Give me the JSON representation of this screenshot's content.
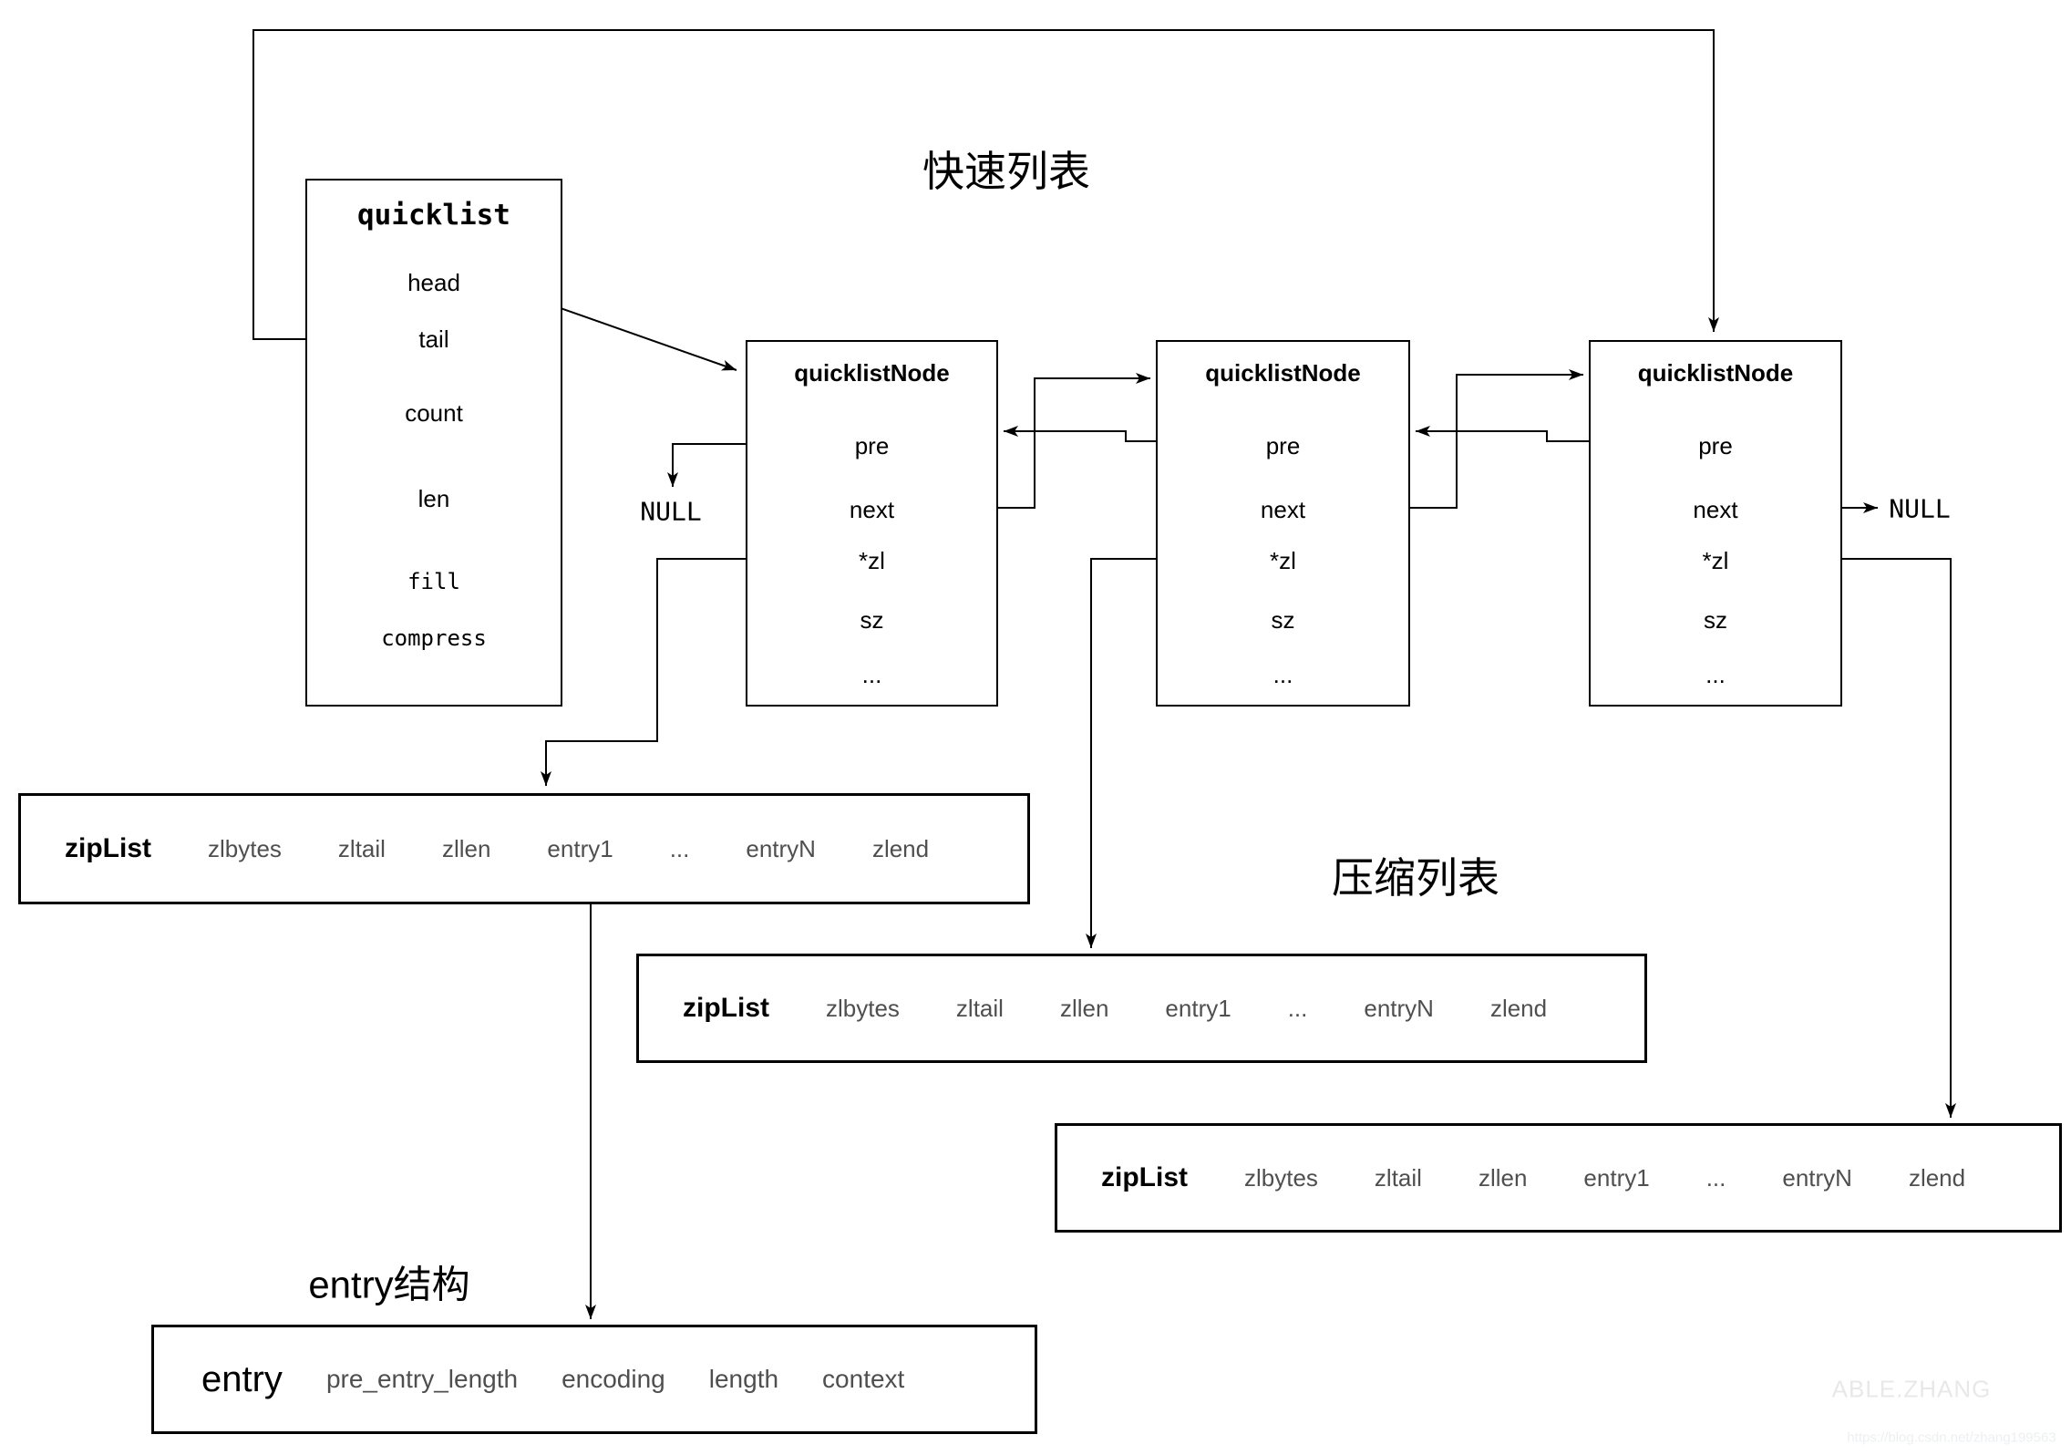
{
  "titles": {
    "quicklist_area": "快速列表",
    "ziplist_area": "压缩列表",
    "entry_area": "entry结构"
  },
  "quicklist": {
    "title": "quicklist",
    "fields": [
      "head",
      "tail",
      "count",
      "len",
      "fill",
      "compress"
    ]
  },
  "nodes": [
    {
      "title": "quicklistNode",
      "fields": [
        "pre",
        "next",
        "*zl",
        "sz",
        "..."
      ]
    },
    {
      "title": "quicklistNode",
      "fields": [
        "pre",
        "next",
        "*zl",
        "sz",
        "..."
      ]
    },
    {
      "title": "quicklistNode",
      "fields": [
        "pre",
        "next",
        "*zl",
        "sz",
        "..."
      ]
    }
  ],
  "null_labels": {
    "left": "NULL",
    "right": "NULL"
  },
  "ziplists": [
    {
      "title": "zipList",
      "fields": [
        "zlbytes",
        "zltail",
        "zllen",
        "entry1",
        "...",
        "entryN",
        "zlend"
      ]
    },
    {
      "title": "zipList",
      "fields": [
        "zlbytes",
        "zltail",
        "zllen",
        "entry1",
        "...",
        "entryN",
        "zlend"
      ]
    },
    {
      "title": "zipList",
      "fields": [
        "zlbytes",
        "zltail",
        "zllen",
        "entry1",
        "...",
        "entryN",
        "zlend"
      ]
    }
  ],
  "entry": {
    "title": "entry",
    "fields": [
      "pre_entry_length",
      "encoding",
      "length",
      "context"
    ]
  },
  "watermark": {
    "name": "ABLE.ZHANG",
    "url": "https://blog.csdn.net/zhang199563"
  },
  "colors": {
    "line": "#000000",
    "field_gray": "#4f4f4f",
    "watermark_name": "#e8e8e8",
    "watermark_url": "#edeff1"
  }
}
